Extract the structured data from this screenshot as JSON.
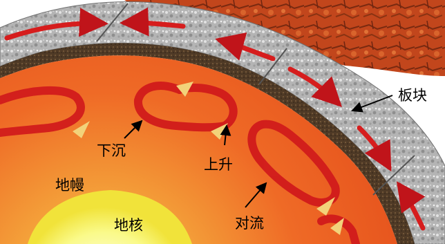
{
  "labels": {
    "plate": "板块",
    "sink": "下沉",
    "rise": "上升",
    "mantle": "地幔",
    "convection": "对流",
    "core": "地核"
  },
  "colors": {
    "background": "#ffffff",
    "crust_rock": "#a9a9a9",
    "lithosphere": "#5a4633",
    "mantle_outer": "#f6902a",
    "mantle_inner": "#e85a1f",
    "core": "#f7f24a",
    "arrow": "#d61d1d",
    "surface_rock": "#c84a1e"
  }
}
